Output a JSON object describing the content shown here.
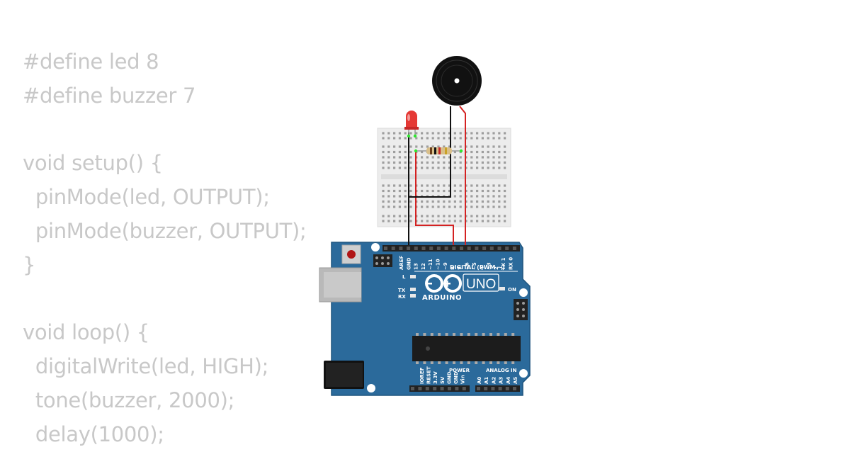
{
  "code": {
    "lines": [
      "#define led 8",
      "#define buzzer 7",
      "",
      "void setup() {",
      "  pinMode(led, OUTPUT);",
      "  pinMode(buzzer, OUTPUT);",
      "}",
      "",
      "void loop() {",
      "  digitalWrite(led, HIGH);",
      "  tone(buzzer, 2000);",
      "  delay(1000);"
    ]
  },
  "board": {
    "brand": "ARDUINO",
    "model": "UNO",
    "digital_header_label": "DIGITAL (PWM ~)",
    "power_label": "POWER",
    "analog_label": "ANALOG IN",
    "on_label": "ON",
    "l_label": "L",
    "tx_label": "TX",
    "rx_label": "RX",
    "digital_pins": [
      "AREF",
      "GND",
      "13",
      "12",
      "~11",
      "~10",
      "~9",
      "8",
      "7",
      "~6",
      "~5",
      "4",
      "~3",
      "2",
      "TX 1",
      "RX 0"
    ],
    "power_pins": [
      "IOREF",
      "RESET",
      "3.3V",
      "5V",
      "GND",
      "GND",
      "Vin"
    ],
    "analog_pins": [
      "A0",
      "A1",
      "A2",
      "A3",
      "A4",
      "A5"
    ]
  },
  "colors": {
    "code_text": "#c8c8c8",
    "board_blue": "#2b6a9b",
    "board_dark": "#1f557f",
    "wire_red": "#d42222",
    "wire_black": "#111111",
    "breadboard": "#ececec",
    "led_red": "#e53935"
  }
}
